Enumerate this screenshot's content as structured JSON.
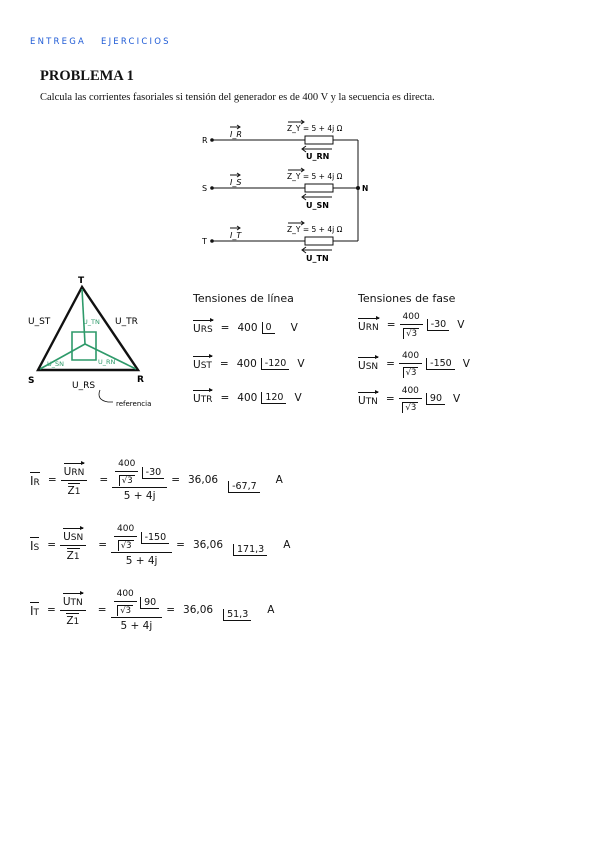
{
  "header": {
    "entrega": "ENTREGA",
    "ejercicios": "EJERCICIOS",
    "color": "#1f5bd6"
  },
  "problem": {
    "title": "PROBLEMA 1",
    "statement": "Calcula las corrientes fasoriales si tensión del generador es de 400 V y la secuencia es directa."
  },
  "circuit": {
    "nodes": [
      "R",
      "S",
      "T"
    ],
    "neutral": "N",
    "currents": [
      "I_R",
      "I_S",
      "I_T"
    ],
    "impedance": "Z_Y = 5 + 4j  Ω",
    "voltages": [
      "U_RN",
      "U_SN",
      "U_TN"
    ]
  },
  "triangle": {
    "vertices": [
      "T",
      "S",
      "R"
    ],
    "line_voltages": [
      "U_ST",
      "U_TR",
      "U_RS"
    ],
    "phase_voltages": [
      "U_TN",
      "U_SN",
      "U_RN"
    ],
    "reference_note": "referencia",
    "phase_color": "#2e9a6a"
  },
  "line_voltages": {
    "heading": "Tensiones de línea",
    "items": [
      {
        "label": "U",
        "sub": "RS",
        "value": "400",
        "angle": "0",
        "unit": "V"
      },
      {
        "label": "U",
        "sub": "ST",
        "value": "400",
        "angle": "-120",
        "unit": "V"
      },
      {
        "label": "U",
        "sub": "TR",
        "value": "400",
        "angle": "120",
        "unit": "V"
      }
    ]
  },
  "phase_voltages": {
    "heading": "Tensiones de fase",
    "items": [
      {
        "label": "U",
        "sub": "RN",
        "num": "400",
        "den": "√3",
        "angle": "-30",
        "unit": "V"
      },
      {
        "label": "U",
        "sub": "SN",
        "num": "400",
        "den": "√3",
        "angle": "-150",
        "unit": "V"
      },
      {
        "label": "U",
        "sub": "TN",
        "num": "400",
        "den": "√3",
        "angle": "90",
        "unit": "V"
      }
    ]
  },
  "currents": [
    {
      "label": "I",
      "sub": "R",
      "volt": "U",
      "volt_sub": "RN",
      "imp": "Z",
      "imp_sub": "1",
      "num": "400",
      "den": "√3",
      "angle": "-30",
      "impval": "5 + 4j",
      "result": "36,06",
      "result_angle": "-67,7",
      "unit": "A"
    },
    {
      "label": "I",
      "sub": "S",
      "volt": "U",
      "volt_sub": "SN",
      "imp": "Z",
      "imp_sub": "1",
      "num": "400",
      "den": "√3",
      "angle": "-150",
      "impval": "5 + 4j",
      "result": "36,06",
      "result_angle": "171,3",
      "unit": "A"
    },
    {
      "label": "I",
      "sub": "T",
      "volt": "U",
      "volt_sub": "TN",
      "imp": "Z",
      "imp_sub": "1",
      "num": "400",
      "den": "√3",
      "angle": "90",
      "impval": "5 + 4j",
      "result": "36,06",
      "result_angle": "51,3",
      "unit": "A"
    }
  ],
  "symbols": {
    "equals": "="
  }
}
